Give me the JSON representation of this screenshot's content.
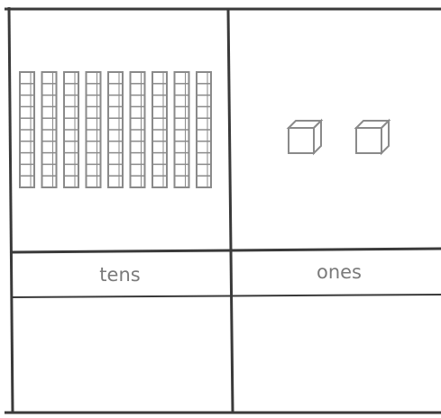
{
  "place_value_chart": {
    "columns": [
      {
        "header": "tens",
        "block_type": "rod",
        "count": 9,
        "answer": ""
      },
      {
        "header": "ones",
        "block_type": "unit-cube",
        "count": 2,
        "answer": ""
      }
    ]
  },
  "colors": {
    "grid_line": "#3a3a3a",
    "block_stroke": "#8a8a8a",
    "header_text": "#7a7a7a",
    "background": "#ffffff"
  }
}
